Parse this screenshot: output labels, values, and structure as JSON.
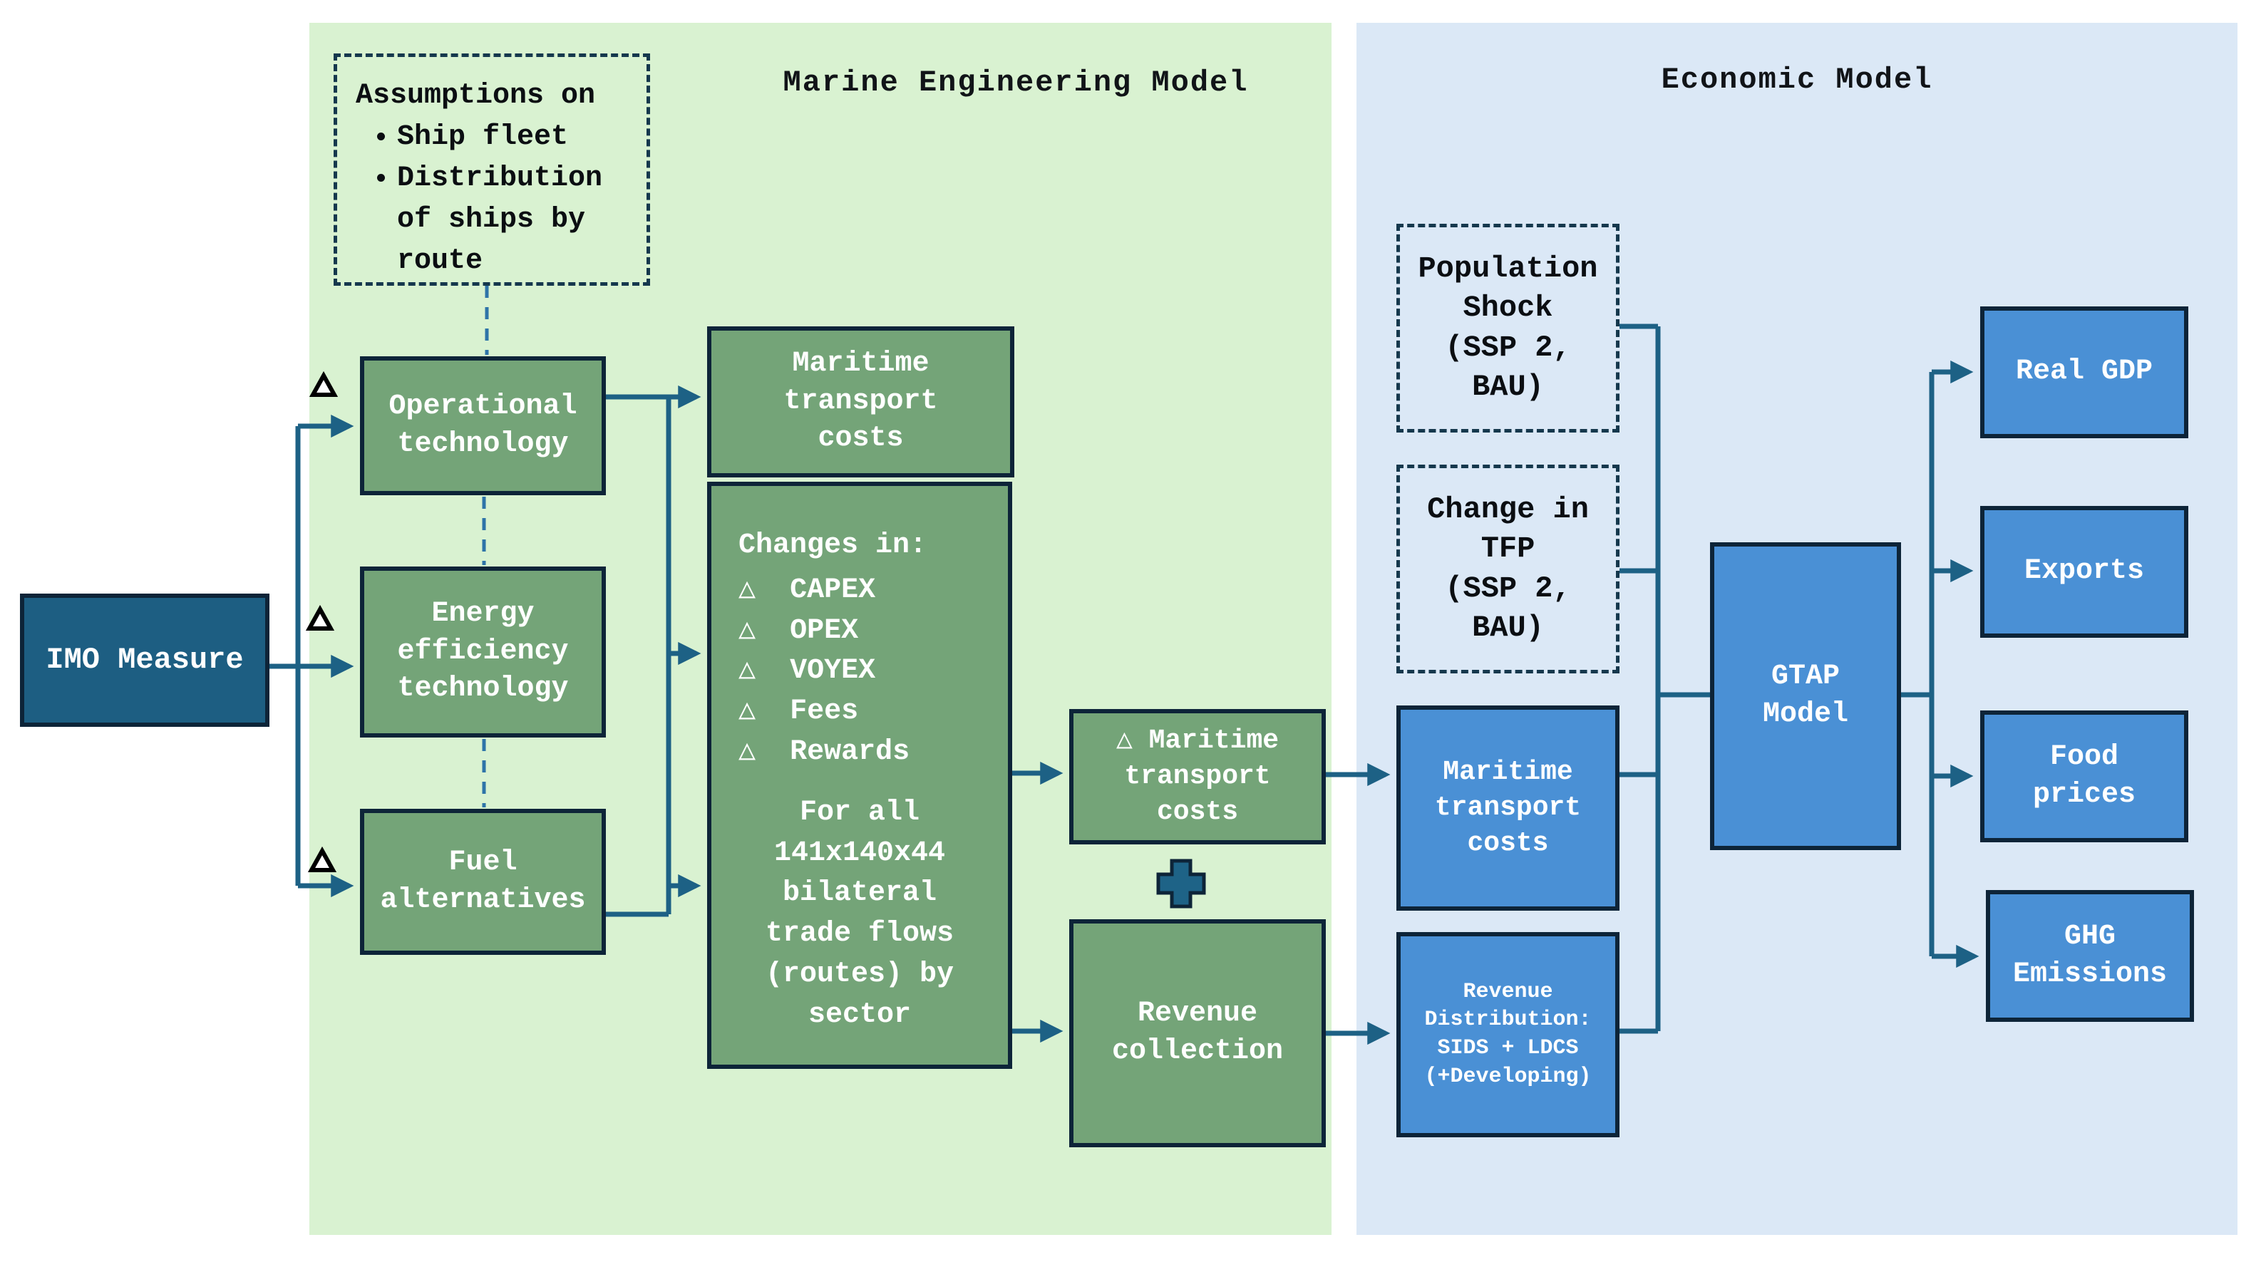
{
  "panels": {
    "marine": {
      "title": "Marine Engineering Model",
      "bg": "#d9f2d1"
    },
    "economic": {
      "title": "Economic Model",
      "bg": "#dbe8f6"
    }
  },
  "colors": {
    "green_box": "#74a478",
    "blue_box": "#4a90d5",
    "dark_teal_box": "#1d5e82",
    "border_navy": "#0d2438",
    "connector_teal": "#1d6185",
    "dashed_blue": "#2e74a8"
  },
  "imo": {
    "label": "IMO Measure"
  },
  "assumptions": {
    "title": "Assumptions on",
    "bullets": [
      "Ship fleet",
      "Distribution of ships by route"
    ]
  },
  "tech_boxes": [
    {
      "label": "Operational\ntechnology"
    },
    {
      "label": "Energy\nefficiency\ntechnology"
    },
    {
      "label": "Fuel\nalternatives"
    }
  ],
  "marine_costs": {
    "label": "Maritime\ntransport\ncosts"
  },
  "changes": {
    "title": "Changes in:",
    "items_text": "△  CAPEX\n△  OPEX\n△  VOYEX\n△  Fees\n△  Rewards",
    "footer": "For all\n141x140x44\nbilateral\ntrade flows\n(routes) by\nsector"
  },
  "delta_costs": {
    "label": "△ Maritime\ntransport\ncosts"
  },
  "revenue_collection": {
    "label": "Revenue\ncollection"
  },
  "plus_icon": "+",
  "economic_inputs": {
    "population_shock": {
      "label": "Population\nShock\n(SSP 2,\nBAU)"
    },
    "tfp": {
      "label": "Change in\nTFP\n(SSP 2,\nBAU)"
    },
    "maritime_costs": {
      "label": "Maritime\ntransport\ncosts"
    },
    "revenue_distribution": {
      "label": "Revenue\nDistribution:\nSIDS + LDCS\n(+Developing)"
    }
  },
  "gtap": {
    "label": "GTAP\nModel"
  },
  "outputs": [
    {
      "label": "Real GDP"
    },
    {
      "label": "Exports"
    },
    {
      "label": "Food\nprices"
    },
    {
      "label": "GHG\nEmissions"
    }
  ]
}
